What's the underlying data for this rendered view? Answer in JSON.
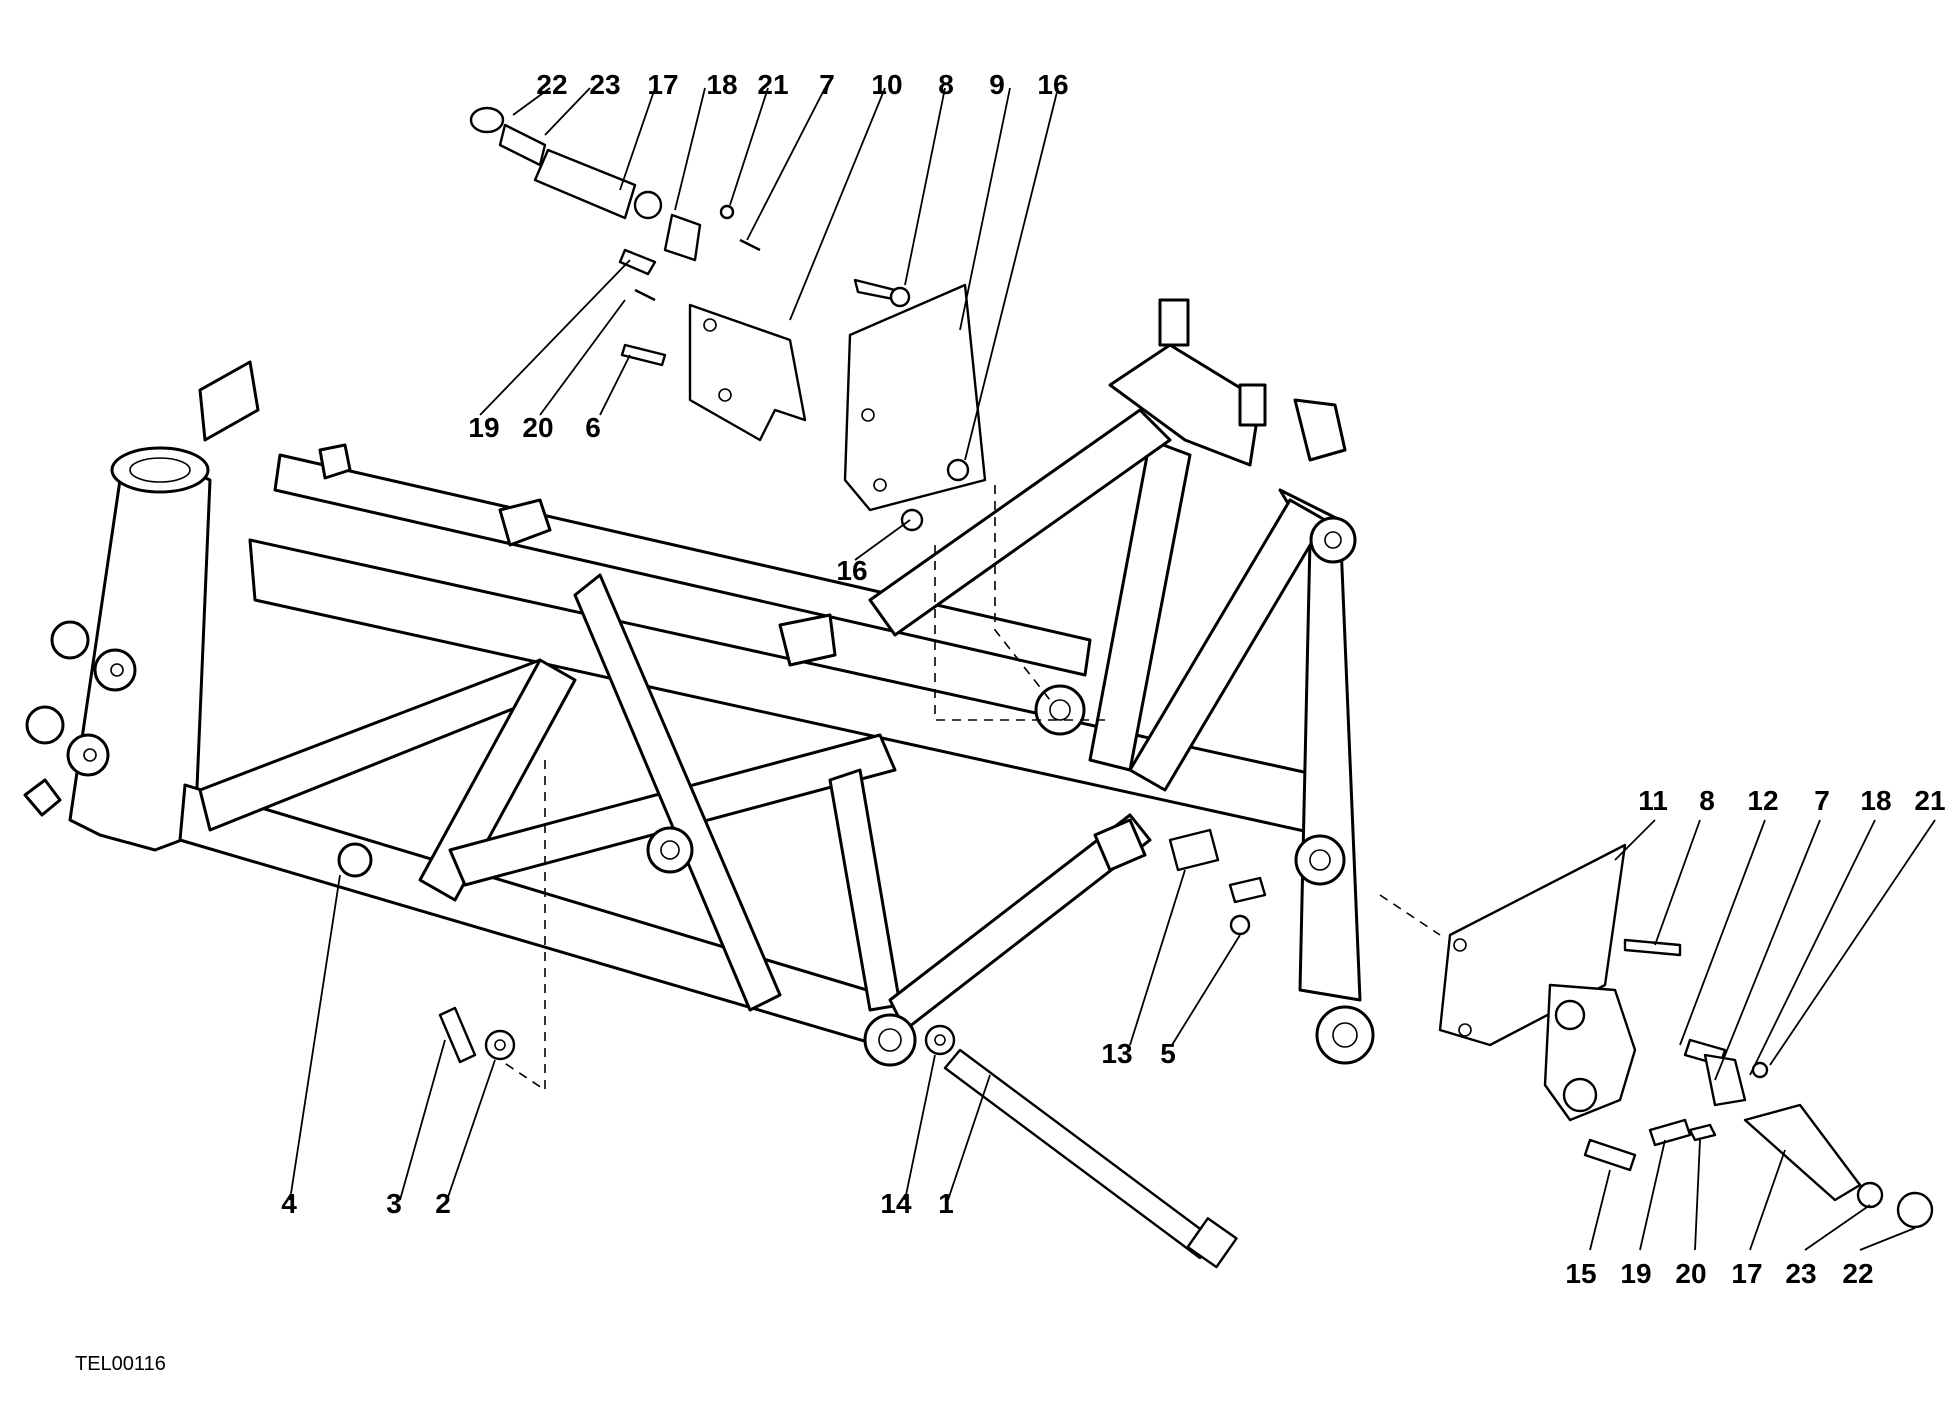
{
  "diagram": {
    "reference_code": "TEL00116",
    "callouts_top": [
      "22",
      "23",
      "17",
      "18",
      "21",
      "7",
      "10",
      "8",
      "9",
      "16"
    ],
    "callouts_top_left": [
      "19",
      "20",
      "6"
    ],
    "callout_mid": "16",
    "callouts_right_top": [
      "11",
      "8",
      "12",
      "7",
      "18",
      "21"
    ],
    "callouts_mid_right": [
      "13",
      "5"
    ],
    "callouts_bottom_left": [
      "4",
      "3",
      "2"
    ],
    "callouts_bottom_mid": [
      "14",
      "1"
    ],
    "callouts_bottom_right": [
      "15",
      "19",
      "20",
      "17",
      "23",
      "22"
    ]
  }
}
